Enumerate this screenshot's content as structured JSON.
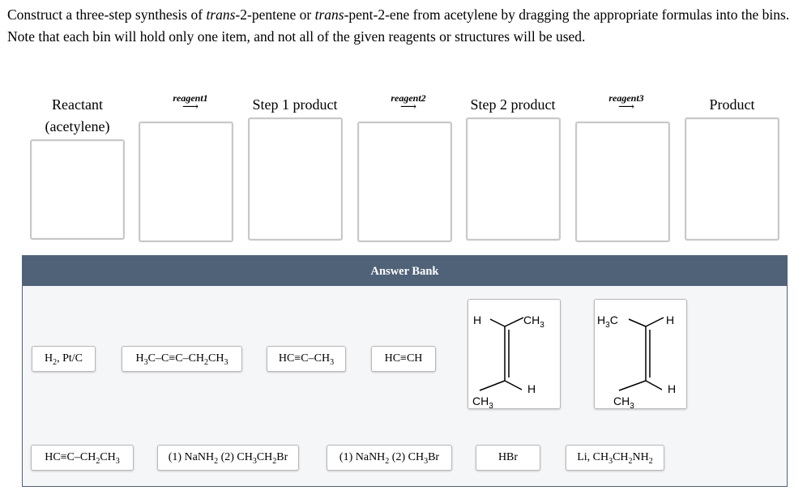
{
  "instructions": {
    "part1": "Construct a three-step synthesis of ",
    "trans1": "trans",
    "part2": "-2-pentene or ",
    "trans2": "trans",
    "part3": "-pent-2-ene from acetylene by dragging the appropriate formulas into the bins. Note that each bin will hold only one item, and not all of the given reagents or structures will be used."
  },
  "columns": {
    "reactant_line1": "Reactant",
    "reactant_line2": "(acetylene)",
    "step1": "Step 1 product",
    "step2": "Step 2 product",
    "product": "Product"
  },
  "reagents": {
    "r1": "reagent1",
    "r2": "reagent2",
    "r3": "reagent3",
    "arrow": "⟶"
  },
  "answer_bank": {
    "title": "Answer Bank",
    "items": {
      "h2_ptc": {
        "a": "H",
        "s1": "2",
        "b": ", Pt/C"
      },
      "dimethylacetylene": {
        "a": "H",
        "s1": "3",
        "b": "C–C≡C–CH",
        "s2": "2",
        "c": "CH",
        "s3": "3"
      },
      "propyne": {
        "a": "HC≡C–CH",
        "s1": "3"
      },
      "acetylene": {
        "a": "HC≡CH"
      },
      "butyne": {
        "a": "HC≡C–CH",
        "s1": "2",
        "b": "CH",
        "s2": "3"
      },
      "nanh2_ethylbromide": {
        "a": "(1) NaNH",
        "s1": "2",
        "b": " (2) CH",
        "s2": "3",
        "c": "CH",
        "s3": "2",
        "d": "Br"
      },
      "nanh2_methylbromide": {
        "a": "(1) NaNH",
        "s1": "2",
        "b": " (2) CH",
        "s2": "3",
        "c": "Br"
      },
      "hbr": {
        "a": "HBr"
      },
      "li_ethylamine": {
        "a": "Li, CH",
        "s1": "3",
        "b": "CH",
        "s2": "2",
        "c": "NH",
        "s3": "2"
      }
    },
    "structures": {
      "trans": {
        "tl": "H",
        "tr": "CH",
        "tr_sub": "3",
        "br": "H",
        "bl": "CH",
        "bl_sub": "3"
      },
      "cis": {
        "tl": "H",
        "tl_sub": "3",
        "tl_post": "C",
        "tr": "H",
        "br": "H",
        "bl": "CH",
        "bl_sub": "3"
      }
    }
  }
}
